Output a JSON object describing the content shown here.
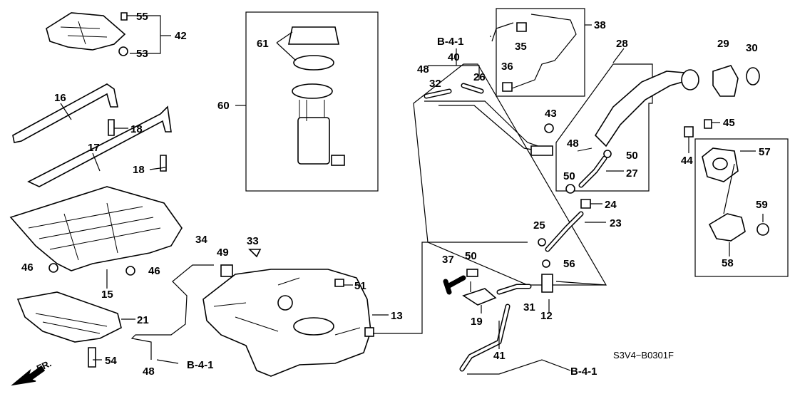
{
  "diagram": {
    "part_callouts": [
      "55",
      "42",
      "53",
      "61",
      "60",
      "38",
      "35",
      "36",
      "40",
      "48",
      "32",
      "26",
      "28",
      "29",
      "30",
      "43",
      "45",
      "44",
      "16",
      "18",
      "17",
      "48",
      "50",
      "27",
      "57",
      "50",
      "24",
      "23",
      "25",
      "59",
      "58",
      "34",
      "33",
      "49",
      "46",
      "46",
      "15",
      "50",
      "37",
      "56",
      "51",
      "13",
      "19",
      "31",
      "12",
      "21",
      "54",
      "41",
      "48"
    ],
    "references": [
      "B-4-1",
      "B-4-1",
      "B-4-1"
    ],
    "diagram_code": "S3V4−B0301F",
    "direction_label": "FR."
  }
}
